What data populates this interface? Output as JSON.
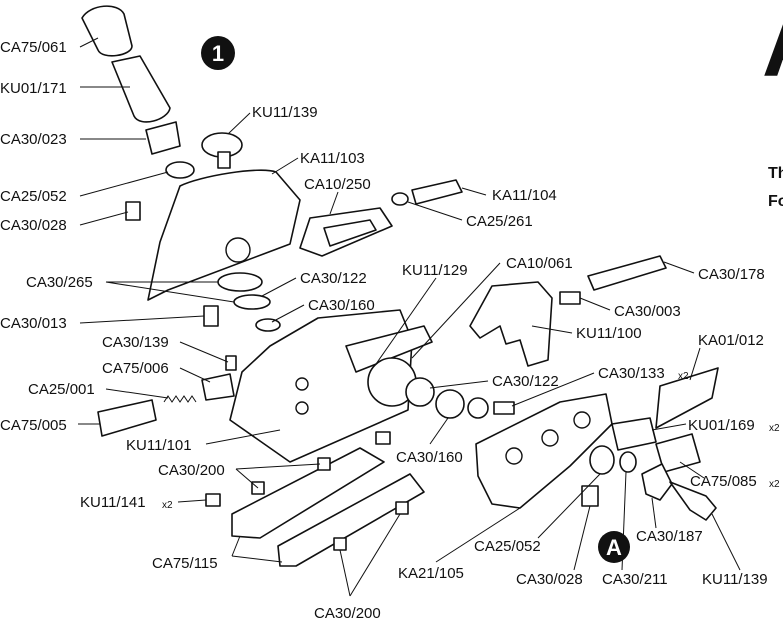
{
  "badges": {
    "step": "1",
    "detail": "A"
  },
  "side_text": {
    "letter": "A",
    "line1": "Th",
    "line2": "Fo"
  },
  "labels": [
    {
      "text": "CA75/061"
    },
    {
      "text": "KU01/171"
    },
    {
      "text": "CA30/023"
    },
    {
      "text": "KU11/139"
    },
    {
      "text": "KA11/103"
    },
    {
      "text": "CA25/052"
    },
    {
      "text": "CA30/028"
    },
    {
      "text": "CA10/250"
    },
    {
      "text": "KA11/104"
    },
    {
      "text": "CA25/261"
    },
    {
      "text": "CA30/265"
    },
    {
      "text": "CA30/122"
    },
    {
      "text": "CA30/160"
    },
    {
      "text": "CA30/013"
    },
    {
      "text": "KU11/129"
    },
    {
      "text": "CA10/061"
    },
    {
      "text": "CA30/178"
    },
    {
      "text": "CA30/003"
    },
    {
      "text": "KU11/100"
    },
    {
      "text": "KA01/012"
    },
    {
      "text": "CA30/139"
    },
    {
      "text": "CA75/006"
    },
    {
      "text": "CA25/001"
    },
    {
      "text": "CA75/005"
    },
    {
      "text": "CA30/122"
    },
    {
      "text": "CA30/133"
    },
    {
      "text": "KU01/169"
    },
    {
      "text": "KU11/101"
    },
    {
      "text": "CA30/160"
    },
    {
      "text": "CA30/200"
    },
    {
      "text": "CA75/085"
    },
    {
      "text": "KU11/141"
    },
    {
      "text": "CA30/187"
    },
    {
      "text": "CA25/052"
    },
    {
      "text": "CA75/115"
    },
    {
      "text": "KA21/105"
    },
    {
      "text": "CA30/028"
    },
    {
      "text": "CA30/211"
    },
    {
      "text": "KU11/139"
    },
    {
      "text": "CA30/200"
    }
  ],
  "suffix_x2": "x2"
}
